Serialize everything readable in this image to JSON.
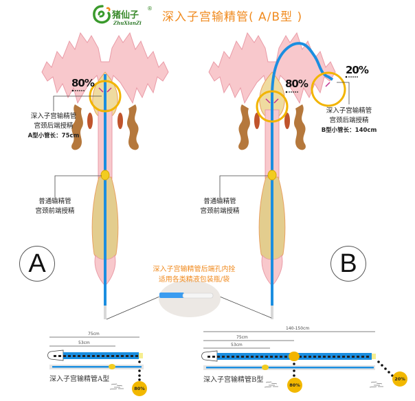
{
  "header": {
    "brand_name": "猪仙子",
    "brand_pinyin": "ZhuXianZi",
    "registered_mark": "®",
    "title": "深入子宫输精管( A/B型 )"
  },
  "colors": {
    "title_orange": "#f08a1e",
    "tube_blue": "#1b8ee0",
    "ring_yellow": "#f2b400",
    "tissue_pink": "#f8c8cc",
    "tissue_tan": "#e6cf93",
    "ovary_brown": "#b5783c"
  },
  "diagram_a": {
    "letter": "A",
    "uterus_percent": "80%",
    "deep_label_line1": "深入子宫输精管",
    "deep_label_line2": "宫颈后端授精",
    "deep_label_line3": "A型小管长：75cm",
    "normal_label_line1": "普通输精管",
    "normal_label_line2": "宫颈前端授精"
  },
  "diagram_b": {
    "letter": "B",
    "uterus_percent": "80%",
    "horn_percent": "20%",
    "deep_label_line1": "深入子宫输精管",
    "deep_label_line2": "宫颈后端授精",
    "deep_label_line3": "B型小管长：140cm",
    "normal_label_line1": "普通输精管",
    "normal_label_line2": "宫颈前端授精"
  },
  "center_note": {
    "line1": "深入子宫输精管后端孔内拴",
    "line2": "适用各类精液包装瓶/袋"
  },
  "tube_a": {
    "dim_outer": "75cm",
    "dim_inner": "53cm",
    "label": "深入子宫输精管A型",
    "badge": "80%"
  },
  "tube_b": {
    "dim_total": "140-150cm",
    "dim_outer": "75cm",
    "dim_inner": "53cm",
    "label": "深入子宫输精管B型",
    "badge_mid": "80%",
    "badge_end": "20%"
  }
}
